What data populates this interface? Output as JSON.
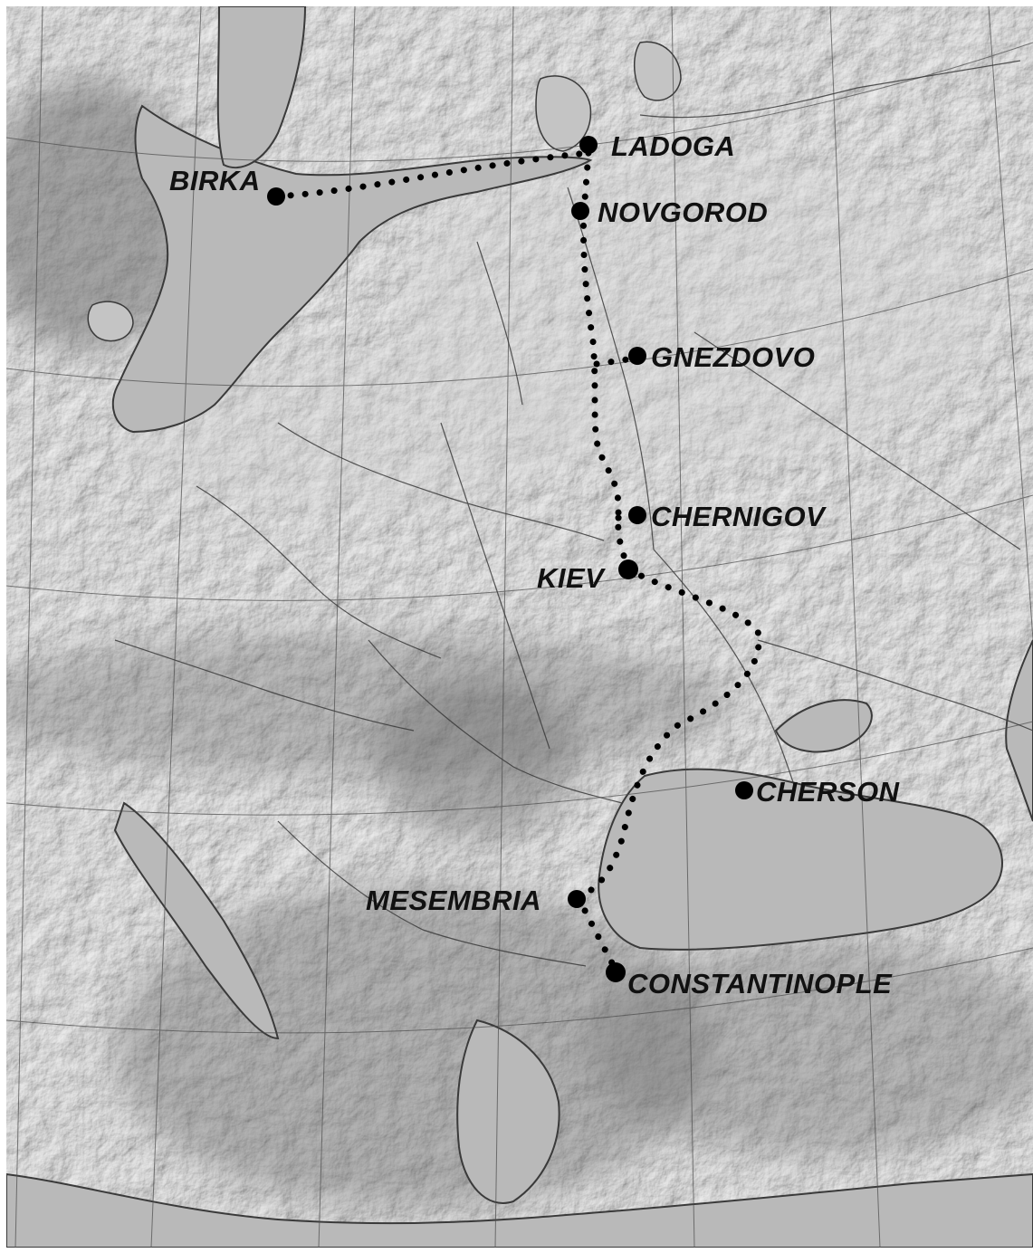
{
  "map": {
    "cities": [
      {
        "id": "birka",
        "label": "BIRKA"
      },
      {
        "id": "ladoga",
        "label": "LADOGA"
      },
      {
        "id": "novgorod",
        "label": "NOVGOROD"
      },
      {
        "id": "gnezdovo",
        "label": "GNEZDOVO"
      },
      {
        "id": "chernigov",
        "label": "CHERNIGOV"
      },
      {
        "id": "kiev",
        "label": "KIEV"
      },
      {
        "id": "cherson",
        "label": "CHERSON"
      },
      {
        "id": "mesembria",
        "label": "MESEMBRIA"
      },
      {
        "id": "constantinople",
        "label": "CONSTANTINOPLE"
      }
    ],
    "colors": {
      "land_light": "#c9c9c9",
      "land_mid": "#a9a9a9",
      "land_dark": "#7f7f7f",
      "sea": "#b5b5b5",
      "route": "#000000",
      "marker": "#000000"
    }
  }
}
